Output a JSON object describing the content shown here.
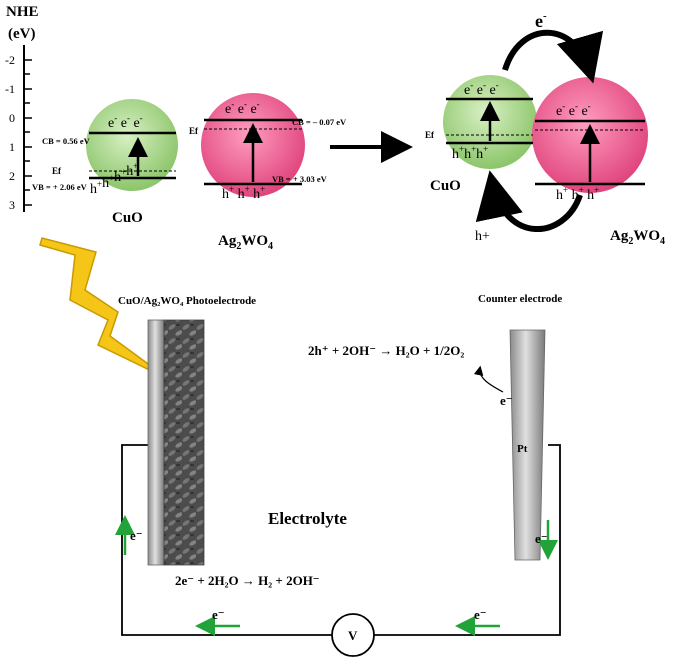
{
  "axis": {
    "title": "NHE",
    "unit": "(eV)",
    "ticks": [
      "-2",
      "-1",
      "0",
      "1",
      "2",
      "3"
    ]
  },
  "left_diagram": {
    "cuo": {
      "label": "CuO",
      "cb_label": "CB = 0.56 eV",
      "vb_label": "VB = + 2.06 eV",
      "ef_label": "Ef",
      "electrons": [
        "e",
        "e",
        "e"
      ],
      "holes": [
        "h",
        "h",
        "h",
        "h"
      ]
    },
    "ag2wo4": {
      "label_main": "Ag",
      "label_sub1": "2",
      "label_mid": "WO",
      "label_sub2": "4",
      "cb_label": "CB = – 0.07 eV",
      "vb_label": "VB = + 3.03 eV",
      "ef_label": "Ef",
      "electrons": [
        "e",
        "e",
        "e"
      ],
      "holes": [
        "h",
        "h",
        "h"
      ]
    }
  },
  "right_diagram": {
    "cuo_label": "CuO",
    "ag2wo4_label_main": "Ag",
    "ag2wo4_label_sub1": "2",
    "ag2wo4_label_mid": "WO",
    "ag2wo4_label_sub2": "4",
    "ef_label": "Ef",
    "electron_transfer": "e",
    "hole_transfer": "h+"
  },
  "cell": {
    "photoelectrode_label": "CuO/Ag₂WO₄ Photoelectrode",
    "counter_label": "Counter electrode",
    "pt_label": "Pt",
    "electrolyte_label": "Electrolyte",
    "oxidation_reaction": "2h⁺ + 2OH⁻ → H₂O + 1/2O₂",
    "reduction_reaction": "2e⁻ + 2H₂O → H₂ + 2OH⁻",
    "voltmeter_label": "V",
    "electron_symbol": "e⁻"
  },
  "colors": {
    "cuo_sphere": "#a8d58a",
    "ag2wo4_sphere": "#ee5a8e",
    "arrow_green": "#22a33a",
    "bolt": "#f5c518"
  }
}
